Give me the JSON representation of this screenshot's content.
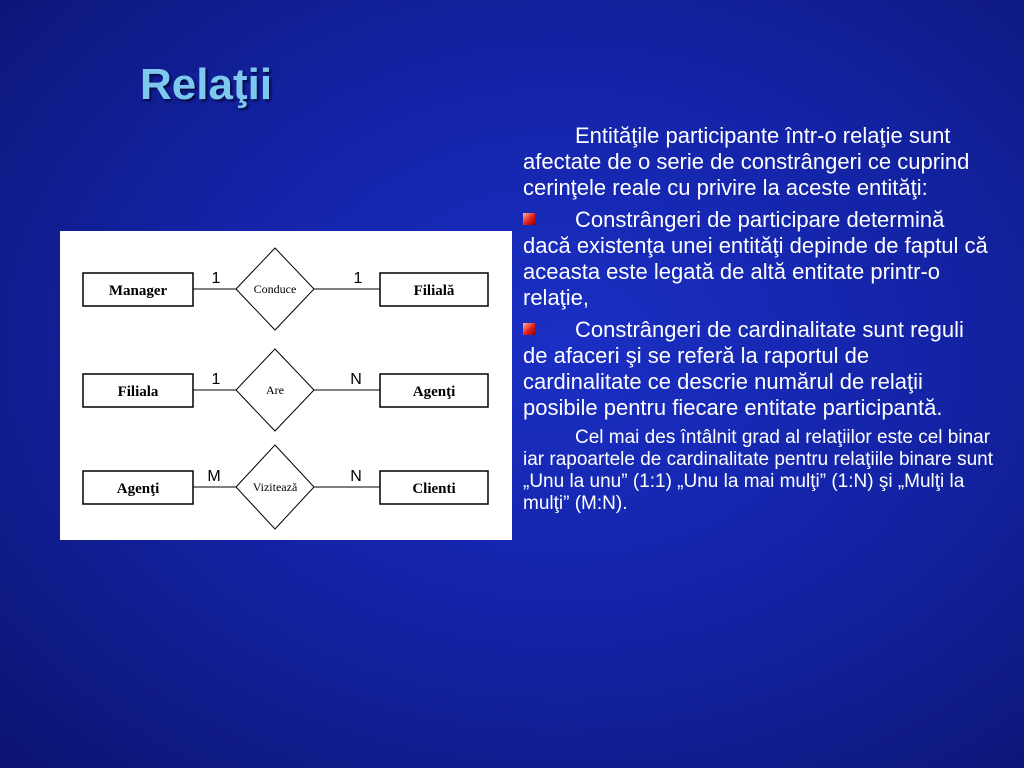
{
  "slide": {
    "title": "Relaţii"
  },
  "diagram": {
    "rows": [
      {
        "left_entity": "Manager",
        "relation": "Conduce",
        "right_entity": "Filială",
        "left_card": "1",
        "right_card": "1"
      },
      {
        "left_entity": "Filiala",
        "relation": "Are",
        "right_entity": "Agenţi",
        "left_card": "1",
        "right_card": "N"
      },
      {
        "left_entity": "Agenţi",
        "relation": "Vizitează",
        "right_entity": "Clienti",
        "left_card": "M",
        "right_card": "N"
      }
    ]
  },
  "text": {
    "intro": "Entităţile participante într-o relaţie sunt afectate de o serie de constrângeri ce cuprind cerinţele reale cu privire la aceste entităţi:",
    "bullet1": "Constrângeri de participare determină dacă existenţa unei entităţi depinde de faptul că aceasta este legată de altă entitate printr-o relaţie,",
    "bullet2": "Constrângeri de cardinalitate sunt reguli de afaceri şi se referă la raportul de cardinalitate ce descrie numărul de relaţii posibile pentru fiecare entitate participantă.",
    "closing": "Cel mai des întâlnit grad al relaţiilor este cel binar iar rapoartele de cardinalitate pentru relaţiile binare sunt „Unu la unu” (1:1) „Unu la mai mulţi” (1:N) şi „Mulţi la mulţi” (M:N)."
  },
  "colors": {
    "title": "#7ec8f0",
    "background": "#1424a8",
    "bullet": "#e0201a"
  }
}
